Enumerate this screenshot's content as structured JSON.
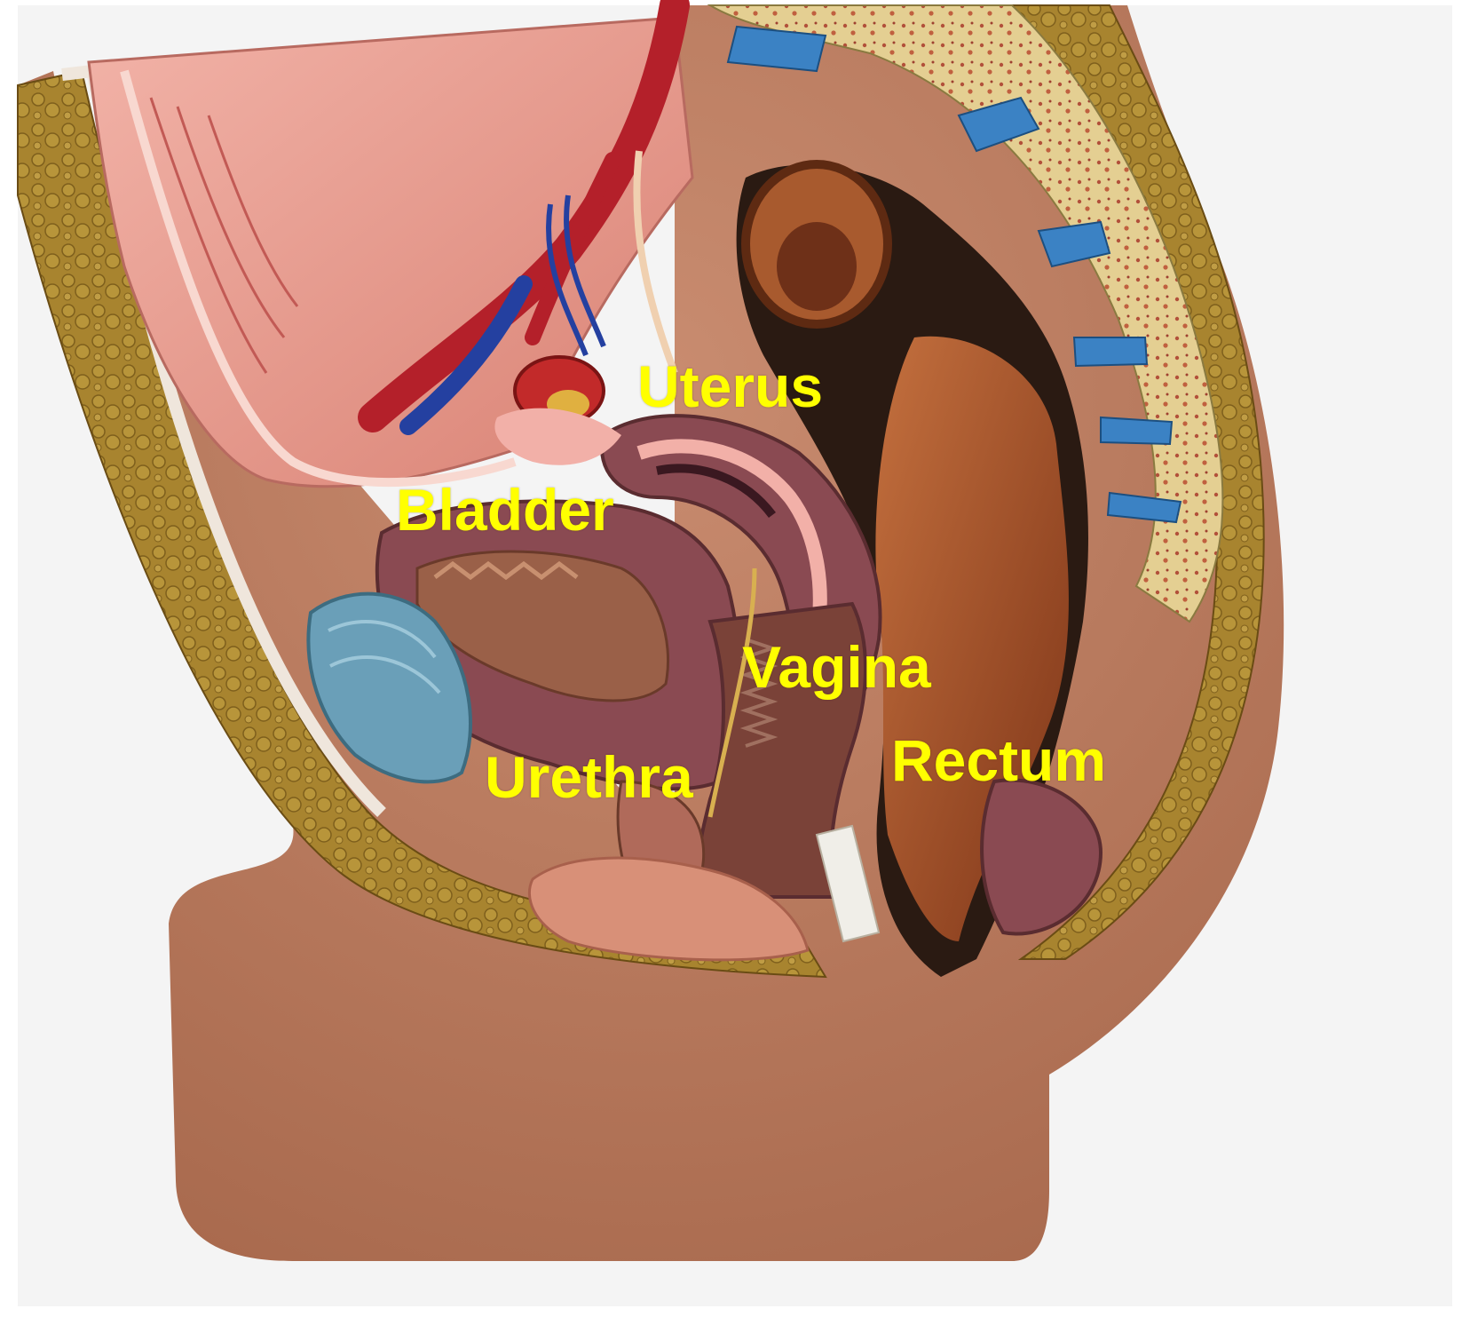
{
  "diagram": {
    "labels": {
      "uterus": "Uterus",
      "bladder": "Bladder",
      "vagina": "Vagina",
      "rectum": "Rectum",
      "urethra": "Urethra"
    }
  },
  "colors": {
    "label": "#ffff00",
    "background": "#f4f4f4",
    "skin": "#b97a5e",
    "fat": "#a8842f",
    "muscle_pink": "#e79a8f",
    "bladder_wall": "#8a4a52",
    "rectum": "#a4512a",
    "vertebra": "#e6d9a4",
    "disc": "#3a80c0",
    "artery": "#b4202a",
    "vein": "#2440a0"
  }
}
